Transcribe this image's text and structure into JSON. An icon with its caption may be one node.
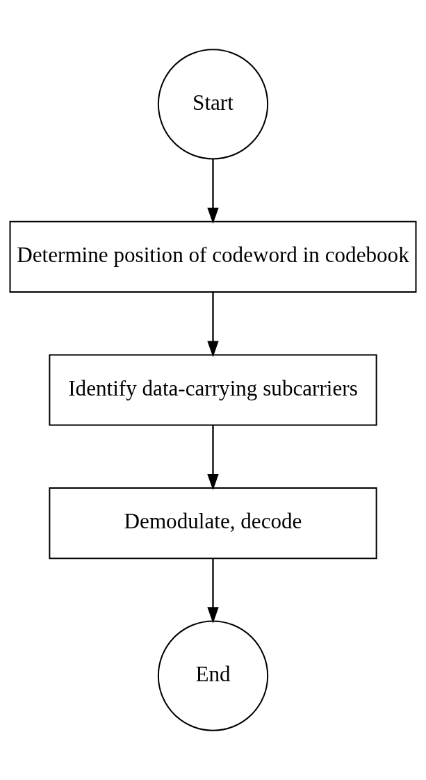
{
  "diagram": {
    "nodes": [
      {
        "text": [
          "Start"
        ]
      },
      {
        "text": [
          "Determine position of codeword in codebook"
        ]
      },
      {
        "text": [
          "Identify data-carrying subcarriers"
        ]
      },
      {
        "text": [
          "Demodulate, decode"
        ]
      },
      {
        "text": [
          "End"
        ]
      }
    ],
    "edges": [
      {
        "from": 0,
        "to": 1,
        "arrow": "to"
      },
      {
        "from": 1,
        "to": 2,
        "arrow": "to"
      },
      {
        "from": 2,
        "to": 3,
        "arrow": "to"
      },
      {
        "from": 3,
        "to": 4,
        "arrow": "to"
      }
    ]
  }
}
